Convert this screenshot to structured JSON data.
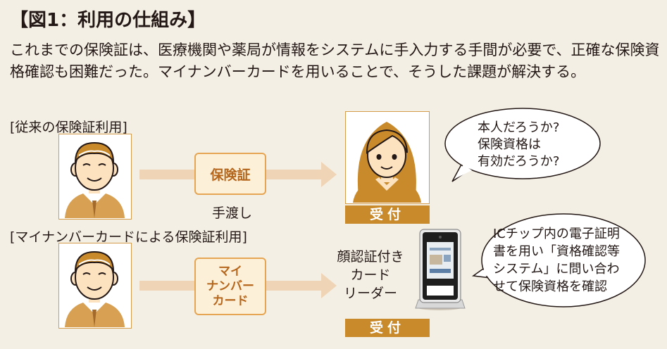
{
  "figure": {
    "title": "【図1：利用の仕組み】",
    "intro": "これまでの保険証は、医療機関や薬局が情報をシステムに手入力する手間が必要で、正確な保険資格確認も困難だった。マイナンバーカードを用いることで、そうした課題が解決する。"
  },
  "sections": {
    "conventional": {
      "label": "[従来の保険証利用]",
      "card_label": "保険証",
      "action_label": "手渡し",
      "reception_label": "受付",
      "bubble_lines": [
        "本人だろうか?",
        "保険資格は",
        "有効だろうか?"
      ]
    },
    "mynumber": {
      "label": "[マイナンバーカードによる保険証利用]",
      "card_lines": [
        "マイ",
        "ナンバー",
        "カード"
      ],
      "reader_lines": [
        "顔認証付き",
        "カード",
        "リーダー"
      ],
      "reception_label": "受付",
      "bubble_lines": [
        "ICチップ内の電子証明",
        "書を用い「資格確認等",
        "システム」に問い合わ",
        "せて保険資格を確認"
      ]
    }
  },
  "colors": {
    "background": "#f4efe4",
    "accent": "#c98a2c",
    "card_fill": "#fdf0d8",
    "card_text": "#b5661d",
    "arrow": "#efd5b6"
  }
}
